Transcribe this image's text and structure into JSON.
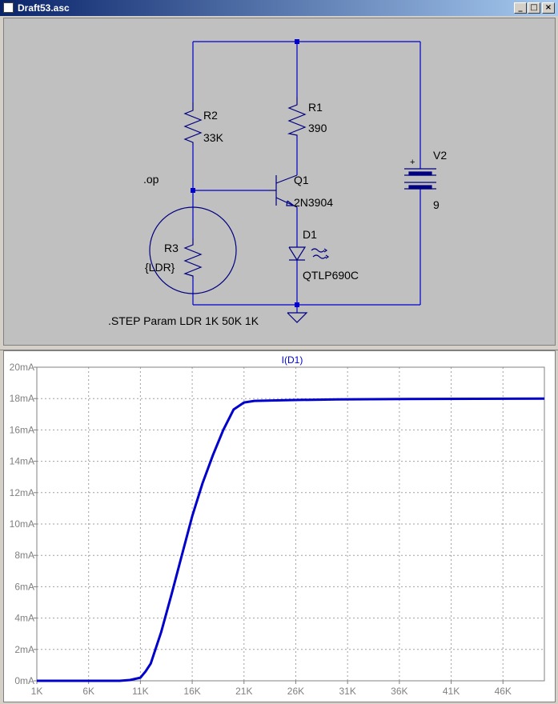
{
  "window": {
    "title": "Draft53.asc"
  },
  "window_buttons": {
    "minimize": "_",
    "maximize": "□",
    "close": "×"
  },
  "schematic": {
    "components": {
      "r2": {
        "name": "R2",
        "value": "33K"
      },
      "r1": {
        "name": "R1",
        "value": "390"
      },
      "r3": {
        "name": "R3",
        "value": "{LDR}"
      },
      "q1": {
        "name": "Q1",
        "value": "2N3904"
      },
      "d1": {
        "name": "D1",
        "value": "QTLP690C"
      },
      "v2": {
        "name": "V2",
        "value": "9",
        "polarity": "+"
      }
    },
    "directives": {
      "op": ".op",
      "step": ".STEP Param LDR 1K 50K 1K"
    },
    "colors": {
      "wire": "#0000cc",
      "component": "#000080",
      "background": "#c0c0c0"
    }
  },
  "chart_data": {
    "type": "line",
    "title": "I(D1)",
    "xlabel": "",
    "ylabel": "",
    "x_ticks": [
      "1K",
      "6K",
      "11K",
      "16K",
      "21K",
      "26K",
      "31K",
      "36K",
      "41K",
      "46K"
    ],
    "y_ticks": [
      "0mA",
      "2mA",
      "4mA",
      "6mA",
      "8mA",
      "10mA",
      "12mA",
      "14mA",
      "16mA",
      "18mA",
      "20mA"
    ],
    "xlim": [
      1000,
      50000
    ],
    "ylim": [
      0,
      20
    ],
    "grid": true,
    "series": [
      {
        "name": "I(D1)",
        "color": "#0000cc",
        "x": [
          1000,
          5000,
          9000,
          10000,
          11000,
          11500,
          12000,
          13000,
          14000,
          15000,
          16000,
          17000,
          18000,
          19000,
          20000,
          21000,
          22000,
          25000,
          30000,
          40000,
          50000
        ],
        "y": [
          0,
          0,
          0,
          0.05,
          0.2,
          0.6,
          1.1,
          3.1,
          5.5,
          8.0,
          10.5,
          12.6,
          14.4,
          16.0,
          17.3,
          17.75,
          17.85,
          17.9,
          17.95,
          17.98,
          18.0
        ]
      }
    ]
  }
}
